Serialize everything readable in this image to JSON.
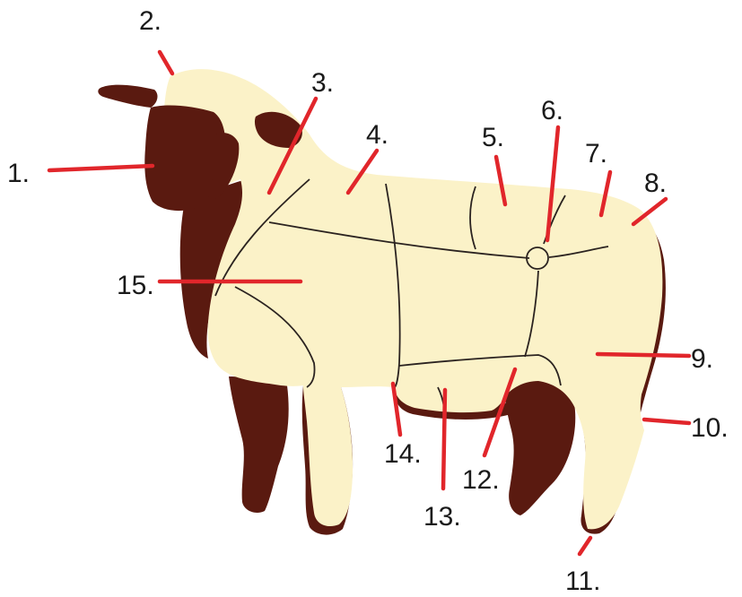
{
  "diagram": {
    "labels": [
      "1.",
      "2.",
      "3.",
      "4.",
      "5.",
      "6.",
      "7.",
      "8.",
      "9.",
      "10.",
      "11.",
      "12.",
      "13.",
      "14.",
      "15."
    ]
  },
  "colors": {
    "leader": "#e1262b",
    "body_fill": "#fbf2c8",
    "dark_wool": "#5a1a10",
    "cut_lines": "#2b2320",
    "text": "#1a1a1a"
  }
}
